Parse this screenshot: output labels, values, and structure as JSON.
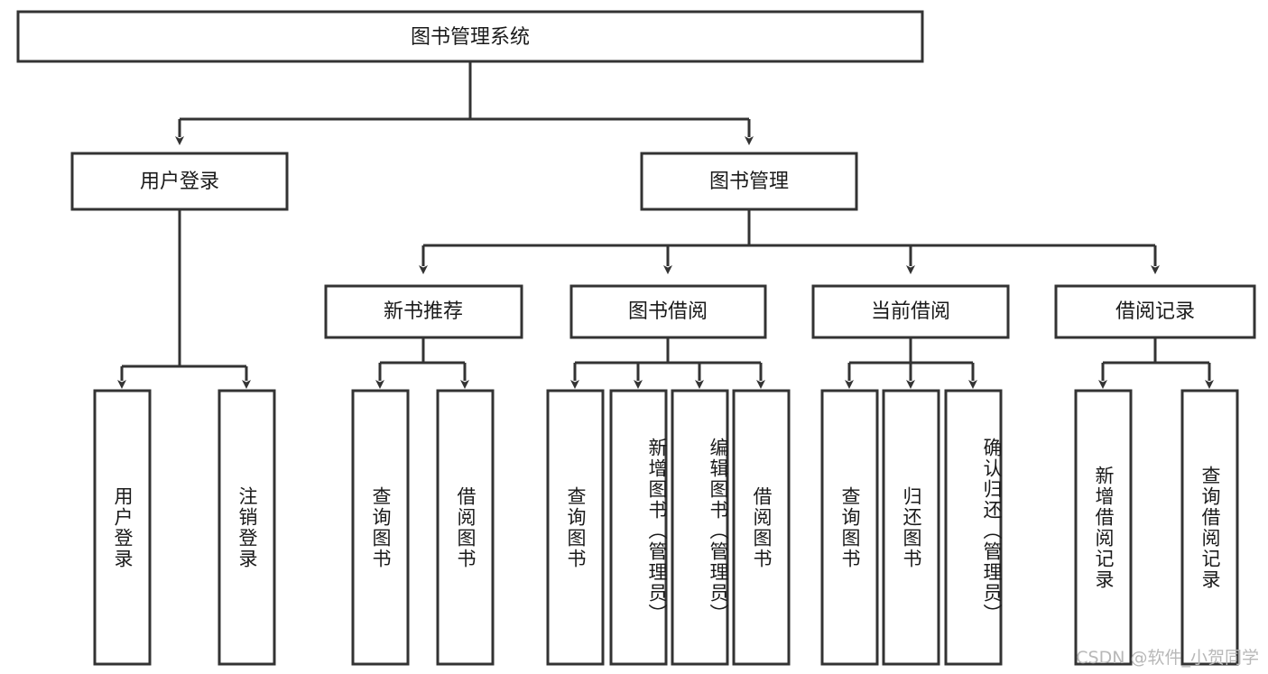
{
  "diagram": {
    "title": "图书管理系统",
    "watermark": "CSDN @软件_小贺同学",
    "colors": {
      "stroke": "#333333",
      "fill": "#ffffff",
      "text": "#1a1a1a",
      "watermark": "#b8b8b8"
    },
    "level1": {
      "label": "图书管理系统"
    },
    "level2": [
      {
        "label": "用户登录"
      },
      {
        "label": "图书管理"
      }
    ],
    "level3": [
      {
        "label": "新书推荐"
      },
      {
        "label": "图书借阅"
      },
      {
        "label": "当前借阅"
      },
      {
        "label": "借阅记录"
      }
    ],
    "leaves": [
      {
        "label": "用户登录"
      },
      {
        "label": "注销登录"
      },
      {
        "label": "查询图书"
      },
      {
        "label": "借阅图书"
      },
      {
        "label": "查询图书"
      },
      {
        "label": "新增图书（管理员）"
      },
      {
        "label": "编辑图书（管理员）"
      },
      {
        "label": "借阅图书"
      },
      {
        "label": "查询图书"
      },
      {
        "label": "归还图书"
      },
      {
        "label": "确认归还（管理员）"
      },
      {
        "label": "新增借阅记录"
      },
      {
        "label": "查询借阅记录"
      }
    ]
  }
}
